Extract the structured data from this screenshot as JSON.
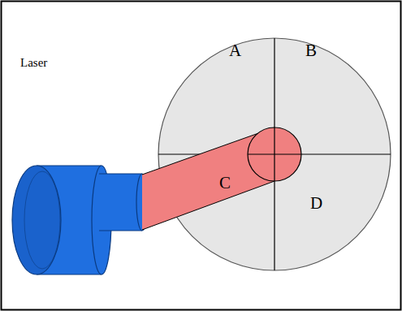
{
  "diagram": {
    "labels": [
      "Laser",
      "A",
      "B",
      "C",
      "D"
    ]
  }
}
